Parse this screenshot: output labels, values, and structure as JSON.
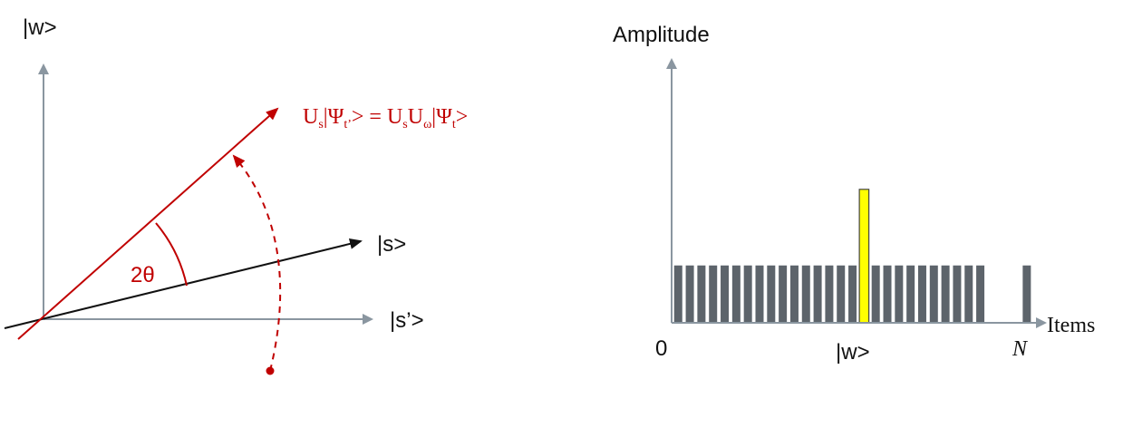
{
  "left_diagram": {
    "w_axis_label": "|w>",
    "s_label": "|s>",
    "s_prime_label": "|s’>",
    "angle_label": "2θ",
    "result_label_parts": {
      "a": "U",
      "a_sub": "s",
      "b": "|Ψ",
      "b_sub": "t’",
      "c": "> = U",
      "c_sub": "s",
      "d": "U",
      "d_sub": "ω",
      "e": "|Ψ",
      "e_sub": "t",
      "f": ">"
    },
    "colors": {
      "axis": "#8a96a0",
      "vector": "#111111",
      "rotated": "#c00000"
    }
  },
  "right_chart": {
    "y_label": "Amplitude",
    "x_label": "Items",
    "origin_label": "0",
    "marked_label": "|w>",
    "end_label": "N",
    "colors": {
      "bar": "#5d646b",
      "marked_bar": "#ffff00",
      "axis": "#8a96a0"
    }
  },
  "chart_data": {
    "type": "bar",
    "ylabel": "Amplitude",
    "xlabel": "Items",
    "values": [
      1,
      1,
      1,
      1,
      1,
      1,
      1,
      1,
      1,
      1,
      1,
      1,
      1,
      1,
      1,
      1,
      2.3,
      1,
      1,
      1,
      1,
      1,
      1,
      1,
      1,
      1,
      1,
      0,
      0,
      0,
      1
    ],
    "highlight_index": 16
  }
}
